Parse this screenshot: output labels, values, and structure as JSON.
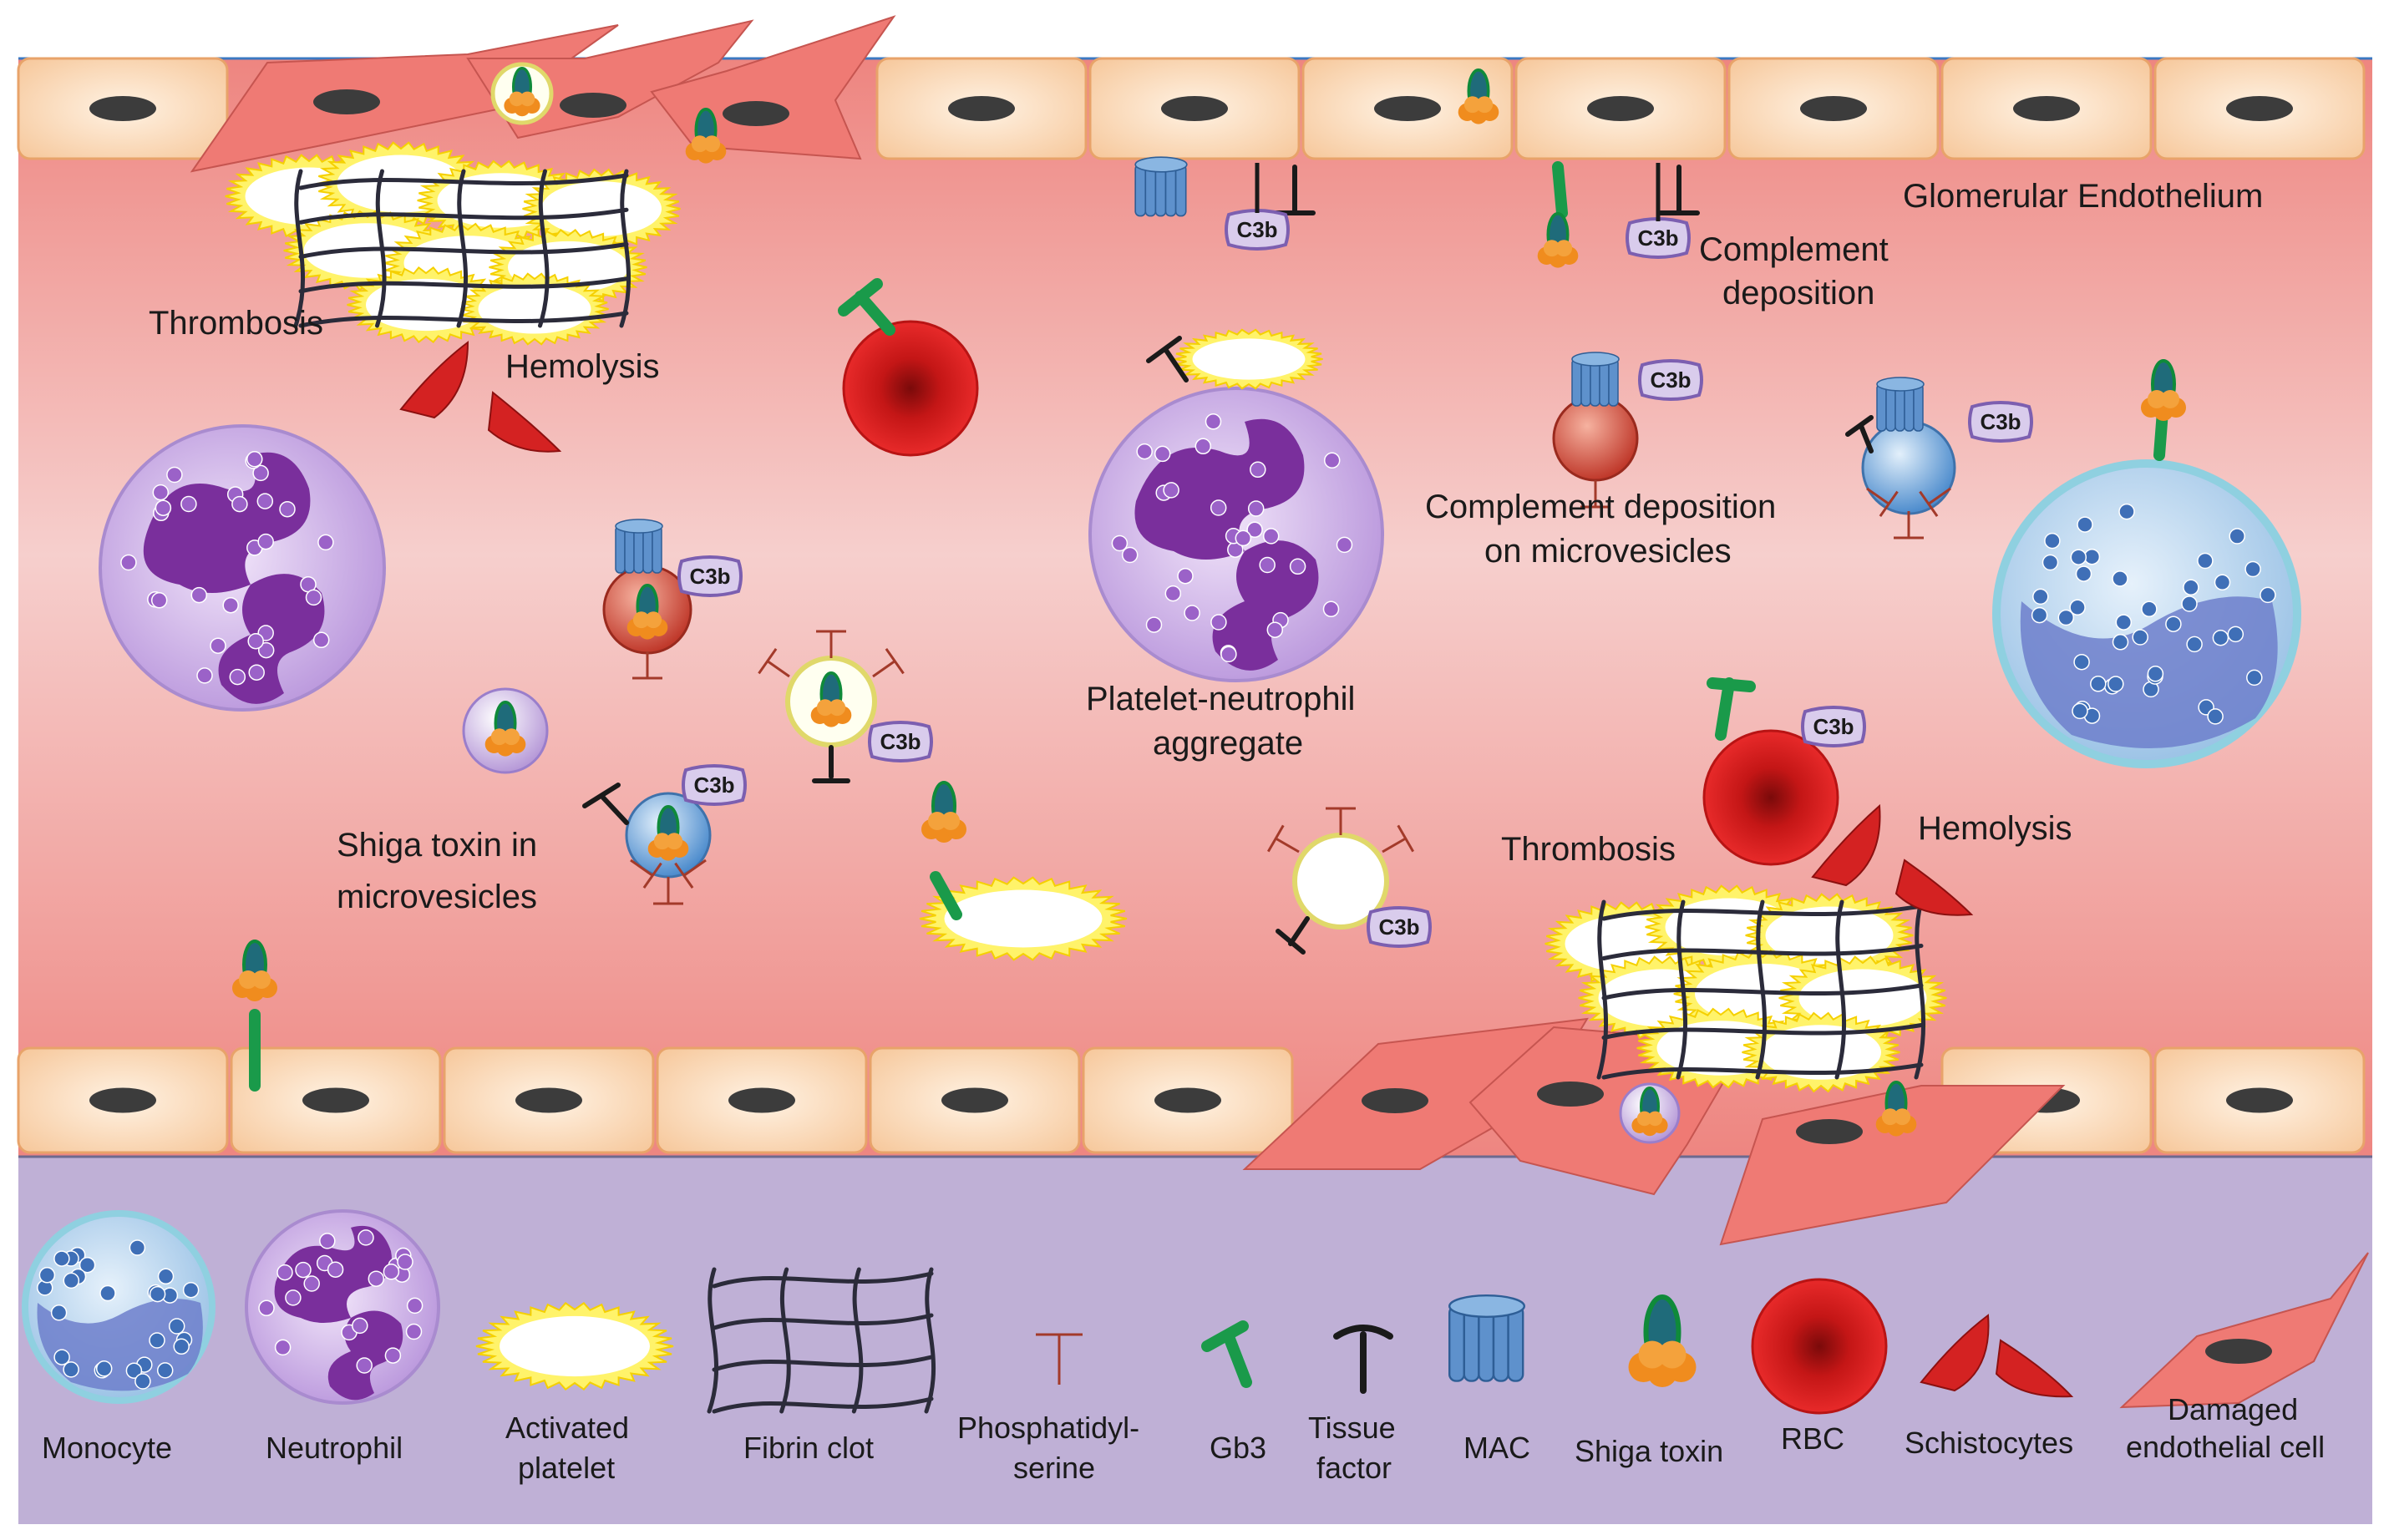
{
  "region_labels": {
    "glomerular_endothelium": "Glomerular Endothelium"
  },
  "annotations": {
    "thrombosis_top": "Thrombosis",
    "hemolysis_top": "Hemolysis",
    "complement_deposition_1": "Complement",
    "complement_deposition_2": "deposition",
    "complement_microvesicles_1": "Complement deposition",
    "complement_microvesicles_2": "on microvesicles",
    "platelet_neutrophil_1": "Platelet-neutrophil",
    "platelet_neutrophil_2": "aggregate",
    "shiga_microvesicles_1": "Shiga toxin in",
    "shiga_microvesicles_2": "microvesicles",
    "thrombosis_bottom": "Thrombosis",
    "hemolysis_bottom": "Hemolysis"
  },
  "complement_tag": "C3b",
  "legend": {
    "monocyte": "Monocyte",
    "neutrophil": "Neutrophil",
    "activated_platelet_1": "Activated",
    "activated_platelet_2": "platelet",
    "fibrin_clot": "Fibrin clot",
    "phosphatidylserine_1": "Phosphatidyl-",
    "phosphatidylserine_2": "serine",
    "gb3": "Gb3",
    "tissue_factor_1": "Tissue",
    "tissue_factor_2": "factor",
    "mac": "MAC",
    "shiga_toxin": "Shiga toxin",
    "rbc": "RBC",
    "schistocytes": "Schistocytes",
    "damaged_cell_1": "Damaged",
    "damaged_cell_2": "endothelial cell"
  },
  "colors": {
    "vessel_top": "#f08a86",
    "vessel_mid": "#f5c8c6",
    "legend_bg": "#bfb0d6",
    "endothelial_cell": "#fbd9b6",
    "damaged_cell": "#ef7a74",
    "neutrophil": "#c9a9e3",
    "neutrophil_nucleus": "#7a2f9c",
    "monocyte": "#8fb4dd",
    "rbc": "#d91f1f",
    "gb3": "#1a9a4a",
    "mac": "#5e91cc",
    "shiga_toxin": "#f08c1e"
  }
}
